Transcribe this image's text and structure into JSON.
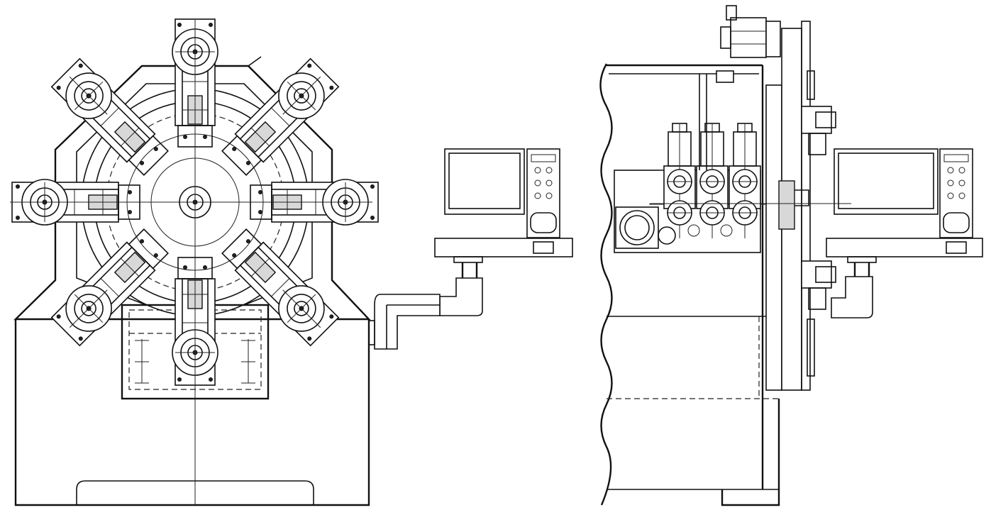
{
  "figure": {
    "views": [
      "front-view",
      "side-view"
    ],
    "stroke_color": "#111111",
    "background": "#ffffff",
    "front_view": {
      "radial_arms": 8
    },
    "side_view": {
      "spindle_heads": 3
    }
  }
}
